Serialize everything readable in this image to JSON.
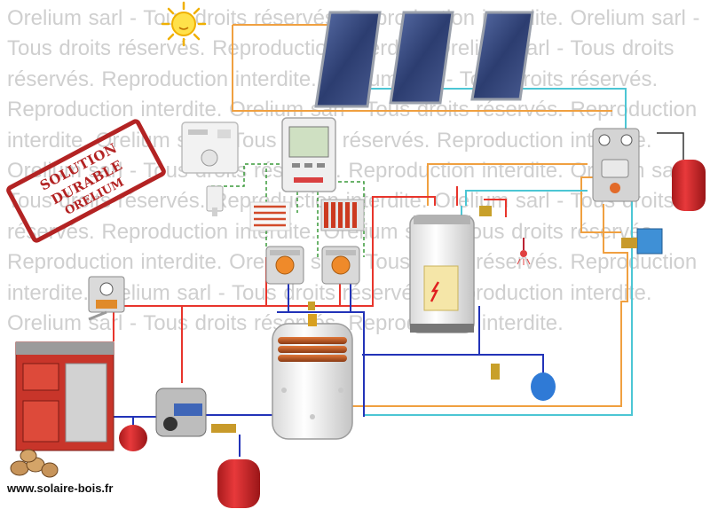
{
  "watermark": {
    "text": "Orelium sarl - Tous droits réservés. Reproduction interdite.   Orelium sarl - Tous droits réservés. Reproduction interdite.   Orelium sarl - Tous droits réservés. Reproduction interdite.   Orelium sarl - Tous droits réservés. Reproduction interdite.   Orelium sarl - Tous droits réservés. Reproduction interdite.   Orelium sarl - Tous droits réservés. Reproduction interdite.   Orelium sarl - Tous droits réservés. Reproduction interdite.   Orelium sarl - Tous droits réservés. Reproduction interdite.   Orelium sarl - Tous droits réservés. Reproduction interdite.   Orelium sarl - Tous droits réservés. Reproduction interdite.   Orelium sarl - Tous droits réservés. Reproduction interdite.   Orelium sarl - Tous droits réservés. Reproduction interdite.   Orelium sarl - Tous droits réservés. Reproduction interdite."
  },
  "stamp": {
    "line1": "SOLUTION DURABLE",
    "line2": "ORELIUM"
  },
  "site_url": "www.solaire-bois.fr",
  "colors": {
    "hot_pipe": "#e8352c",
    "cold_pipe": "#2233b8",
    "solar_pipe": "#f0a040",
    "glycol_pipe": "#4cc6d4",
    "signal_wire": "#3a9a3a",
    "expansion_vessel": "#d8272a",
    "boiler_body": "#c8352a",
    "panel_glass": "#3b4f8a"
  },
  "icons": [
    "sun-icon",
    "solar-panel-icon",
    "thermostat-icon",
    "controller-icon",
    "room-sensor-icon",
    "radiator-icon",
    "pump-group-icon",
    "buffer-tank-icon",
    "dhw-tank-icon",
    "wood-boiler-icon",
    "expansion-vessel-icon",
    "firewood-icon",
    "shower-icon",
    "mixing-valve-icon",
    "safety-group-icon"
  ]
}
